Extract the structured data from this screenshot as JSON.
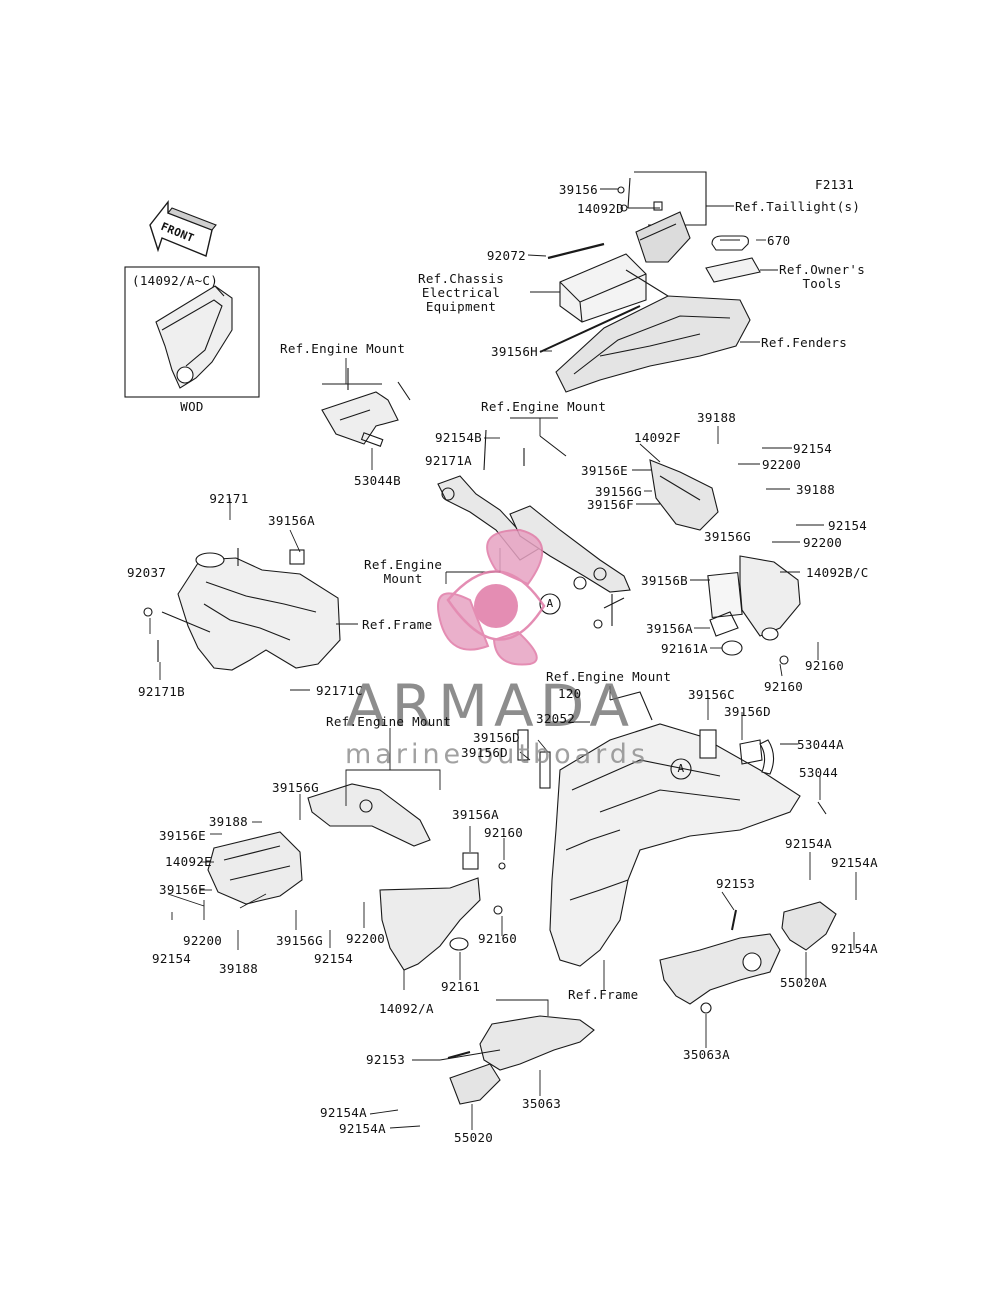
{
  "diagram": {
    "code": "F2131",
    "front_label": "FRONT",
    "inset_title": "(14092/A~C)",
    "inset_caption": "WOD"
  },
  "watermark": {
    "brand": "ARMADA",
    "tagline": "marine outboards",
    "logo_color": "#e07aa6"
  },
  "labels": {
    "l39156_top": "39156",
    "l14092D": "14092D",
    "lRefTaillights": "Ref.Taillight(s)",
    "l670": "670",
    "l92072": "92072",
    "lRefChassis": "Ref.Chassis\nElectrical\nEquipment",
    "lRefOwnersTools": "Ref.Owner's\nTools",
    "l39156H": "39156H",
    "lRefFenders": "Ref.Fenders",
    "lRefEngineMount1": "Ref.Engine Mount",
    "lRefEngineMount2": "Ref.Engine Mount",
    "l39188_a": "39188",
    "l92154B": "92154B",
    "l92154_a": "92154",
    "l14092F": "14092F",
    "l92171A": "92171A",
    "l92200_a": "92200",
    "l53044B": "53044B",
    "l39156E_a": "39156E",
    "l39156G_a": "39156G",
    "l39188_b": "39188",
    "l39156F": "39156F",
    "l92171": "92171",
    "l39156A_a": "39156A",
    "l92154_b": "92154",
    "l39156G_b": "39156G",
    "l92200_b": "92200",
    "l92037": "92037",
    "lRefEngineMount3": "Ref.Engine\nMount",
    "l39156B": "39156B",
    "l14092BC": "14092B/C",
    "lRefFrame1": "Ref.Frame",
    "l39156A_b": "39156A",
    "l92161A": "92161A",
    "l92160_a": "92160",
    "l92160_b": "92160",
    "l92171B": "92171B",
    "l92171C": "92171C",
    "lRefEngineMount4": "Ref.Engine Mount",
    "l120": "120",
    "l39156C": "39156C",
    "l32052": "32052",
    "l39156D_a": "39156D",
    "l53044A": "53044A",
    "lRefEngineMount5": "Ref.Engine Mount",
    "l39156D_b": "39156D",
    "l39156D_c": "39156D",
    "l53044": "53044",
    "l39156G_c": "39156G",
    "l39188_c": "39188",
    "l39156A_c": "39156A",
    "l39156E_b": "39156E",
    "l92160_c": "92160",
    "l92154A_a": "92154A",
    "l14092E": "14092E",
    "l92154A_b": "92154A",
    "l39156E_c": "39156E",
    "l92153_a": "92153",
    "l92154_c": "92154",
    "l92200_c": "92200",
    "l39156G_d": "39156G",
    "l92200_d": "92200",
    "l92160_d": "92160",
    "l92154A_c": "92154A",
    "l39188_d": "39188",
    "l92154_d": "92154",
    "l92161": "92161",
    "lRefFrame2": "Ref.Frame",
    "l55020A": "55020A",
    "l14092A": "14092/A",
    "l35063A": "35063A",
    "l92153_b": "92153",
    "l35063": "35063",
    "l92154A_d": "92154A",
    "l92154A_e": "92154A",
    "l55020": "55020",
    "lA1": "A",
    "lA2": "A"
  }
}
